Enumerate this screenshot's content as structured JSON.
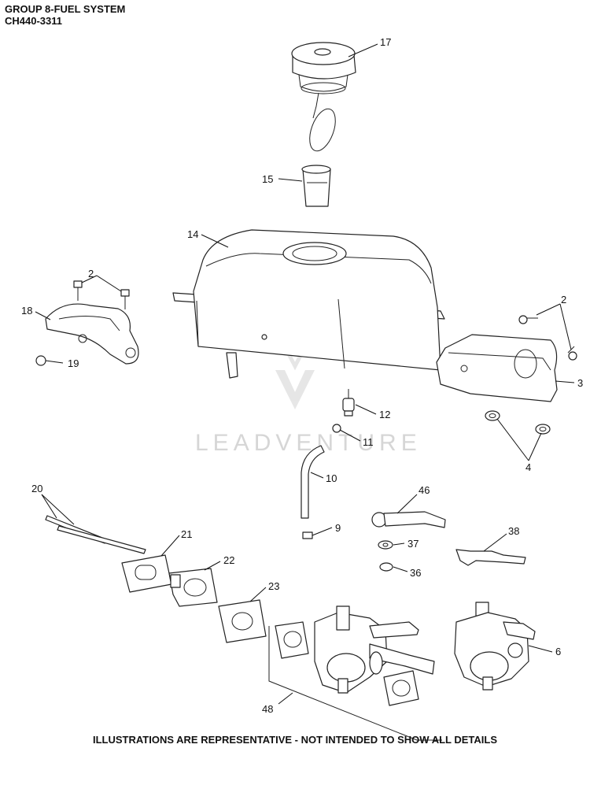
{
  "header": {
    "title": "GROUP 8-FUEL SYSTEM",
    "model": "CH440-3311"
  },
  "watermark": "LEADVENTURE",
  "footer": "ILLUSTRATIONS ARE REPRESENTATIVE - NOT INTENDED TO SHOW ALL DETAILS",
  "callouts": {
    "c17": "17",
    "c15": "15",
    "c14": "14",
    "c2a": "2",
    "c18": "18",
    "c19": "19",
    "c2b": "2",
    "c3": "3",
    "c4": "4",
    "c12": "12",
    "c11": "11",
    "c10": "10",
    "c9": "9",
    "c20": "20",
    "c21": "21",
    "c22": "22",
    "c23": "23",
    "c46": "46",
    "c37": "37",
    "c36": "36",
    "c38": "38",
    "c48": "48",
    "c6": "6"
  }
}
